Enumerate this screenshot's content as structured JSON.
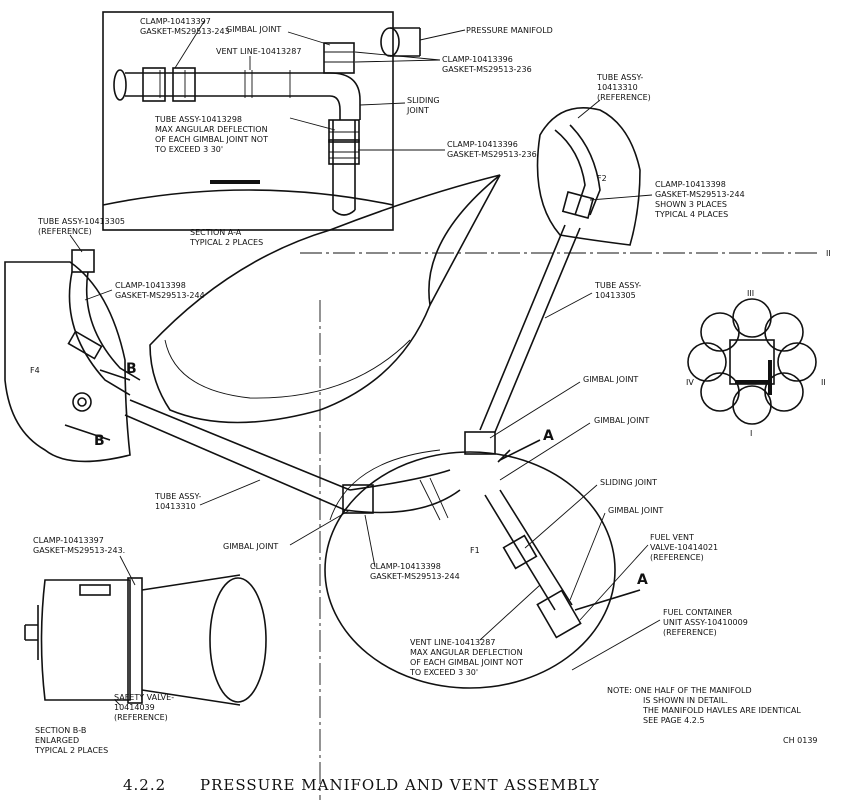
{
  "caption": {
    "number": "4.2.2",
    "title": "PRESSURE MANIFOLD AND VENT ASSEMBLY"
  },
  "drawing_id": "CH 0139",
  "section_aa": {
    "title": "SECTION A-A",
    "subtitle": "TYPICAL 2 PLACES",
    "labels": {
      "clamp_397": "CLAMP-10413397",
      "gasket_243": "GASKET-MS29513-243",
      "gimbal": "GIMBAL JOINT",
      "manifold": "PRESSURE MANIFOLD",
      "vent_line": "VENT LINE-10413287",
      "clamp_396_a": "CLAMP-10413396",
      "gasket_236_a": "GASKET-MS29513-236",
      "sliding": "SLIDING",
      "sliding2": "JOINT",
      "tube_298_1": "TUBE ASSY-10413298",
      "tube_298_2": "MAX ANGULAR DEFLECTION",
      "tube_298_3": "OF EACH GIMBAL JOINT NOT",
      "tube_298_4": "TO EXCEED 3 30'",
      "clamp_396_b": "CLAMP-10413396",
      "gasket_236_b": "GASKET-MS29513-236"
    }
  },
  "section_bb": {
    "title": "SECTION B-B",
    "subtitle": "ENLARGED",
    "subtitle2": "TYPICAL 2 PLACES",
    "clamp": "CLAMP-10413397",
    "gasket": "GASKET-MS29513-243.",
    "safety_1": "SAFETY VALVE-",
    "safety_2": "10414039",
    "safety_3": "(REFERENCE)"
  },
  "main": {
    "tube305_left_1": "TUBE ASSY-10413305",
    "tube305_left_2": "(REFERENCE)",
    "clamp398_left_1": "CLAMP-10413398",
    "clamp398_left_2": "GASKET-MS29513-244",
    "tube310_top_1": "TUBE ASSY-",
    "tube310_top_2": "10413310",
    "tube310_top_3": "(REFERENCE)",
    "clamp398_f2_1": "CLAMP-10413398",
    "clamp398_f2_2": "GASKET-MS29513-244",
    "clamp398_f2_3": "SHOWN 3 PLACES",
    "clamp398_f2_4": "TYPICAL 4 PLACES",
    "tube305_right_1": "TUBE ASSY-",
    "tube305_right_2": "10413305",
    "gimbal_1": "GIMBAL JOINT",
    "gimbal_2": "GIMBAL JOINT",
    "sliding": "SLIDING JOINT",
    "gimbal_3": "GIMBAL JOINT",
    "fuel_vent_1": "FUEL VENT",
    "fuel_vent_2": "VALVE-10414021",
    "fuel_vent_3": "(REFERENCE)",
    "container_1": "FUEL CONTAINER",
    "container_2": "UNIT ASSY-10410009",
    "container_3": "(REFERENCE)",
    "tube310_bottom_1": "TUBE ASSY-",
    "tube310_bottom_2": "10413310",
    "gimbal_bottom": "GIMBAL JOINT",
    "clamp398_bottom_1": "CLAMP-10413398",
    "clamp398_bottom_2": "GASKET-MS29513-244",
    "vent_1": "VENT LINE-10413287",
    "vent_2": "MAX ANGULAR DEFLECTION",
    "vent_3": "OF EACH GIMBAL JOINT NOT",
    "vent_4": "TO EXCEED 3 30'",
    "f1": "F1",
    "f2": "F2",
    "f4": "F4",
    "mark_a": "A",
    "mark_b": "B",
    "axis_ii": "II"
  },
  "note": {
    "line1": "NOTE:  ONE HALF OF THE MANIFOLD",
    "line2": "IS SHOWN IN DETAIL.",
    "line3": "THE MANIFOLD HAVLES ARE IDENTICAL",
    "line4": "SEE PAGE 4.2.5"
  },
  "inset": {
    "i": "I",
    "ii": "II",
    "iii": "III",
    "iv": "IV"
  }
}
